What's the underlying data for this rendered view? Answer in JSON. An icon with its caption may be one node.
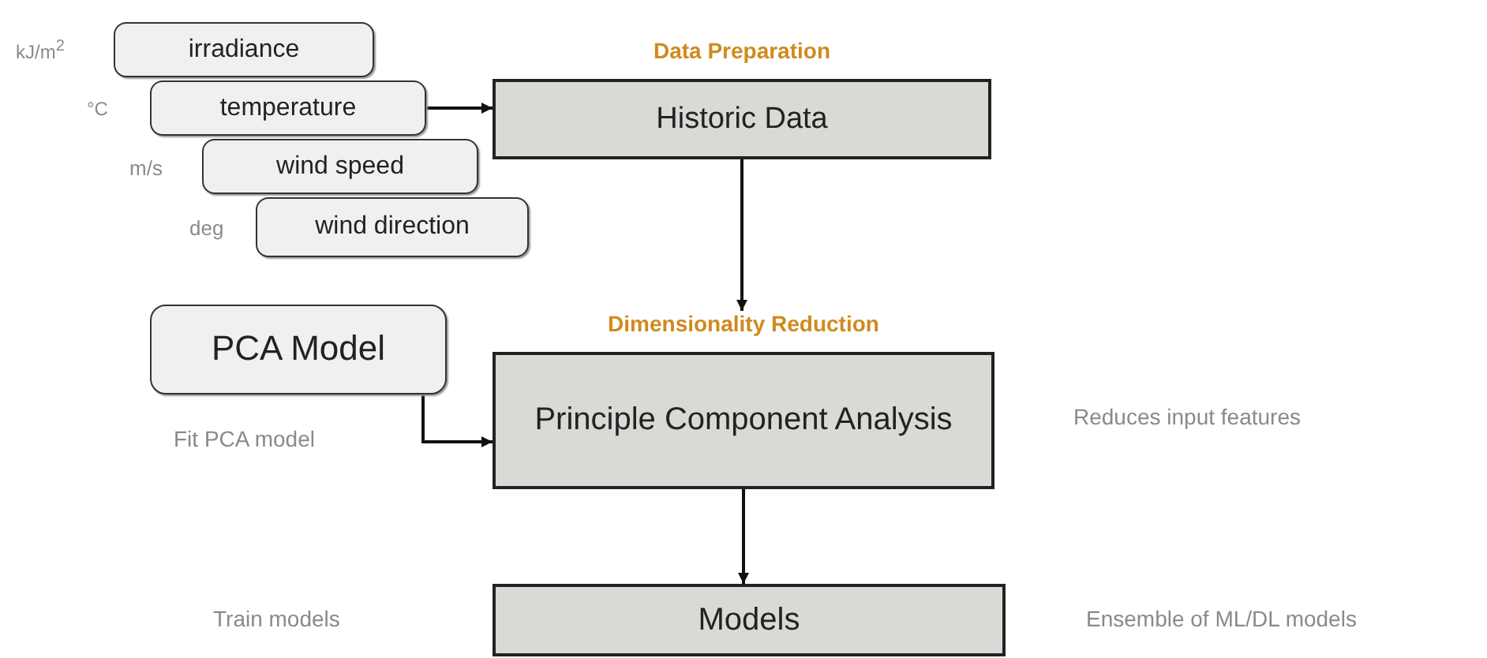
{
  "diagram": {
    "nodes": [
      {
        "text": [
          "irradiance"
        ]
      },
      {
        "text": [
          "temperature"
        ]
      },
      {
        "text": [
          "wind speed"
        ]
      },
      {
        "text": [
          "wind direction"
        ]
      },
      {
        "text": [
          "Data Preparation",
          "Historic Data"
        ]
      },
      {
        "text": [
          "PCA Model"
        ]
      },
      {
        "text": [
          "Dimensionality Reduction",
          "Principle Component Analysis"
        ],
        "beside": [
          "Reduces input features"
        ]
      },
      {
        "text": [
          "Models"
        ],
        "beside": [
          "Ensemble of ML/DL models"
        ]
      }
    ],
    "labels": [
      "kJ/m$^{2}$",
      "°C",
      "m/s",
      "deg",
      "Train models"
    ],
    "edges": [
      {
        "from": 1,
        "to": 4,
        "arrow": "to"
      },
      {
        "from": 4,
        "to": 6,
        "arrow": "to"
      },
      {
        "from": 5,
        "to": 6,
        "arrow": "to",
        "label": "Fit PCA model"
      },
      {
        "from": 6,
        "to": 7,
        "arrow": "to"
      }
    ]
  }
}
